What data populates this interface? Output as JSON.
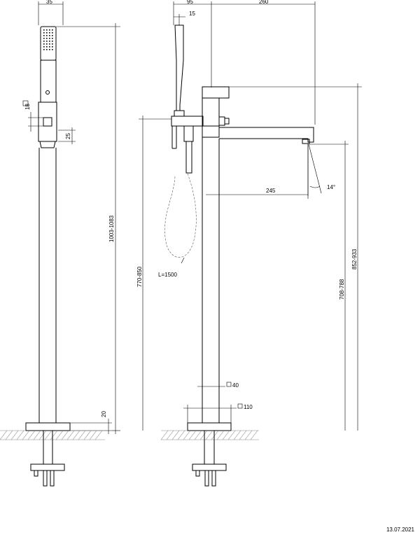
{
  "dimensions": {
    "side_width": "35",
    "handshower_offset": "95",
    "spout_length": "260",
    "handle_width": "15",
    "holder_square": "18",
    "holder_height": "25",
    "total_height": "1003-1083",
    "base_plate": "20",
    "hose_length": "L=1500",
    "spout_reach": "245",
    "spout_angle": "14°",
    "outlet_height": "770-850",
    "spout_height": "852-933",
    "spout_bottom_height": "708-788",
    "pipe_square": "40",
    "base_square": "110"
  },
  "footer": {
    "date": "13.07.2021"
  }
}
